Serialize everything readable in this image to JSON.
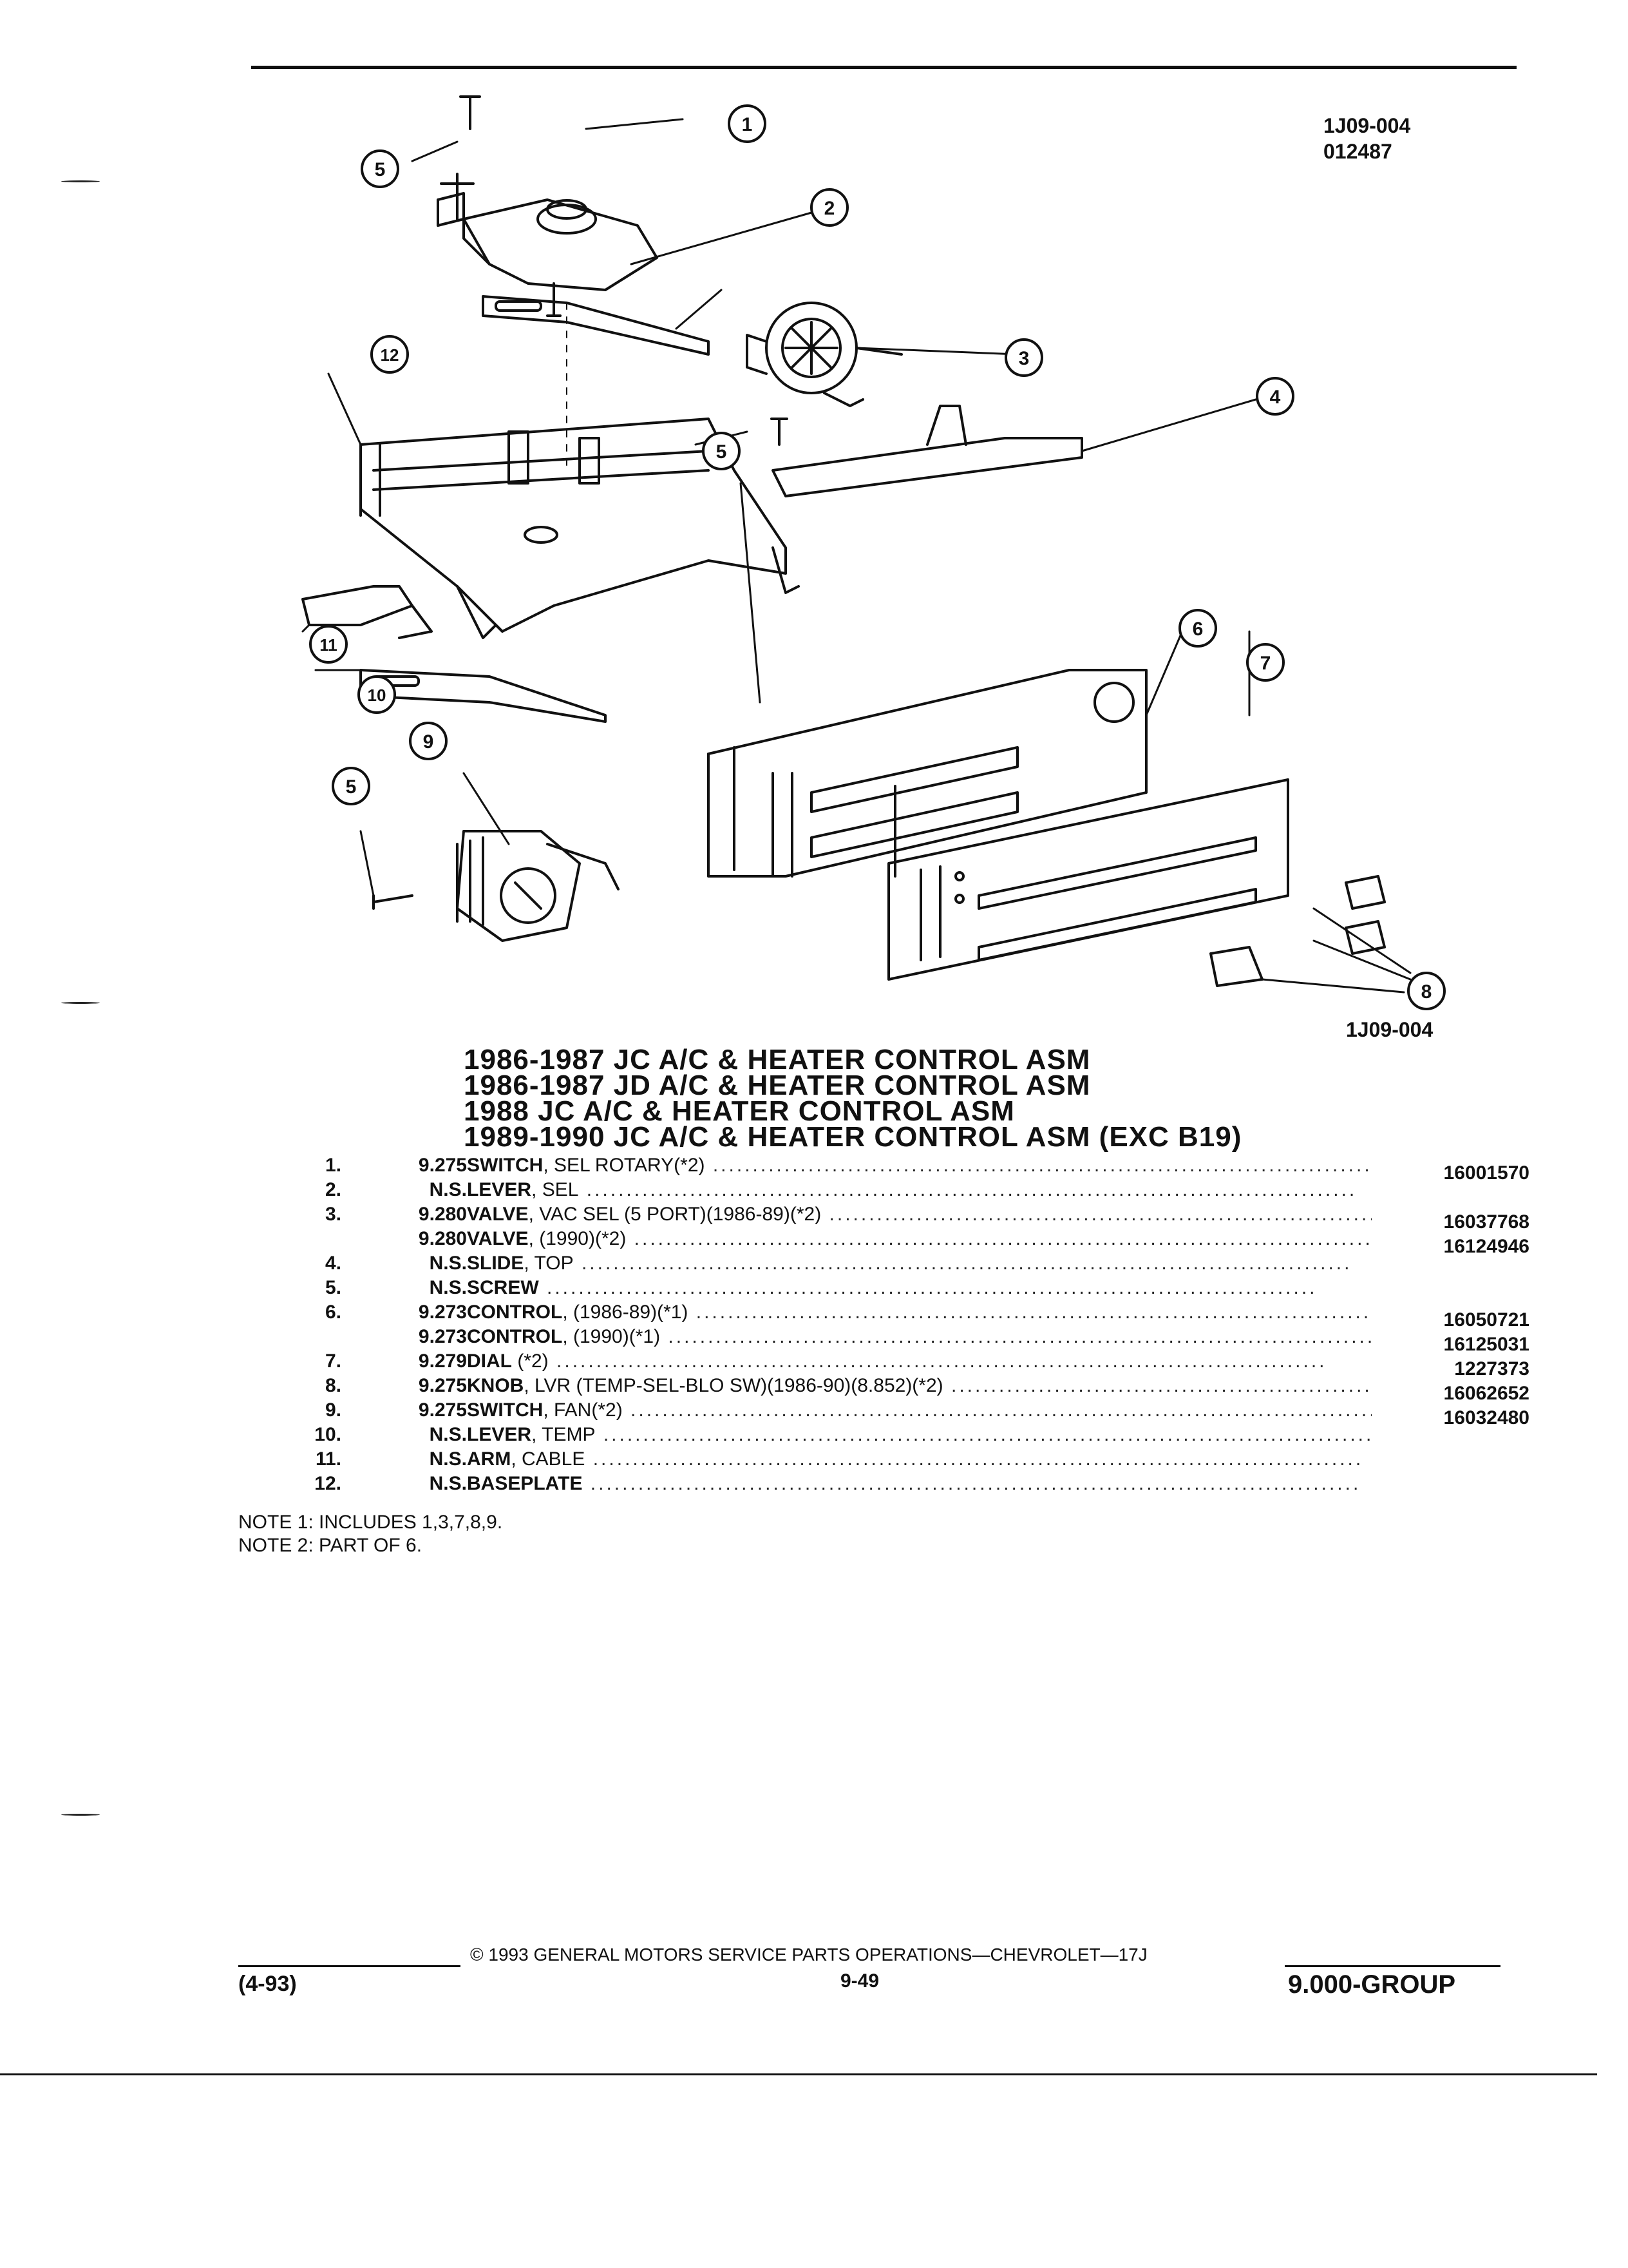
{
  "figure": {
    "code_top": "1J09-004",
    "date_code": "012487",
    "code_bottom": "1J09-004",
    "callouts": [
      "1",
      "2",
      "3",
      "4",
      "5",
      "6",
      "7",
      "8",
      "9",
      "10",
      "11",
      "12"
    ]
  },
  "titles": [
    "1986-1987 JC A/C & HEATER CONTROL ASM",
    "1986-1987 JD A/C & HEATER CONTROL ASM",
    "1988 JC A/C & HEATER CONTROL ASM",
    "1989-1990 JC A/C & HEATER CONTROL ASM (EXC B19)"
  ],
  "parts": [
    {
      "num": "1.",
      "group": "9.275",
      "name": "SWITCH",
      "detail": ", SEL ROTARY(*2)",
      "pn": "16001570"
    },
    {
      "num": "2.",
      "group": "N.S.",
      "name": "LEVER",
      "detail": ", SEL",
      "pn": ""
    },
    {
      "num": "3.",
      "group": "9.280",
      "name": "VALVE",
      "detail": ", VAC SEL (5 PORT)(1986-89)(*2)",
      "pn": "16037768"
    },
    {
      "num": "",
      "group": "9.280",
      "name": "VALVE",
      "detail": ", (1990)(*2)",
      "pn": "16124946"
    },
    {
      "num": "4.",
      "group": "N.S.",
      "name": "SLIDE",
      "detail": ", TOP",
      "pn": ""
    },
    {
      "num": "5.",
      "group": "N.S.",
      "name": "SCREW",
      "detail": "",
      "pn": ""
    },
    {
      "num": "6.",
      "group": "9.273",
      "name": "CONTROL",
      "detail": ", (1986-89)(*1)",
      "pn": "16050721"
    },
    {
      "num": "",
      "group": "9.273",
      "name": "CONTROL",
      "detail": ", (1990)(*1)",
      "pn": "16125031"
    },
    {
      "num": "7.",
      "group": "9.279",
      "name": "DIAL",
      "detail": " (*2)",
      "pn": "1227373"
    },
    {
      "num": "8.",
      "group": "9.275",
      "name": "KNOB",
      "detail": ", LVR (TEMP-SEL-BLO SW)(1986-90)(8.852)(*2)",
      "pn": "16062652"
    },
    {
      "num": "9.",
      "group": "9.275",
      "name": "SWITCH",
      "detail": ", FAN(*2)",
      "pn": "16032480"
    },
    {
      "num": "10.",
      "group": "N.S.",
      "name": "LEVER",
      "detail": ", TEMP",
      "pn": ""
    },
    {
      "num": "11.",
      "group": "N.S.",
      "name": "ARM",
      "detail": ", CABLE",
      "pn": ""
    },
    {
      "num": "12.",
      "group": "N.S.",
      "name": "BASEPLATE",
      "detail": "",
      "pn": ""
    }
  ],
  "notes": [
    "NOTE  1:  INCLUDES 1,3,7,8,9.",
    "NOTE  2:  PART OF 6."
  ],
  "footer": {
    "copyright": "© 1993  GENERAL MOTORS SERVICE PARTS OPERATIONS—CHEVROLET—17J",
    "page": "9-49",
    "date": "(4-93)",
    "group": "9.000-GROUP"
  }
}
